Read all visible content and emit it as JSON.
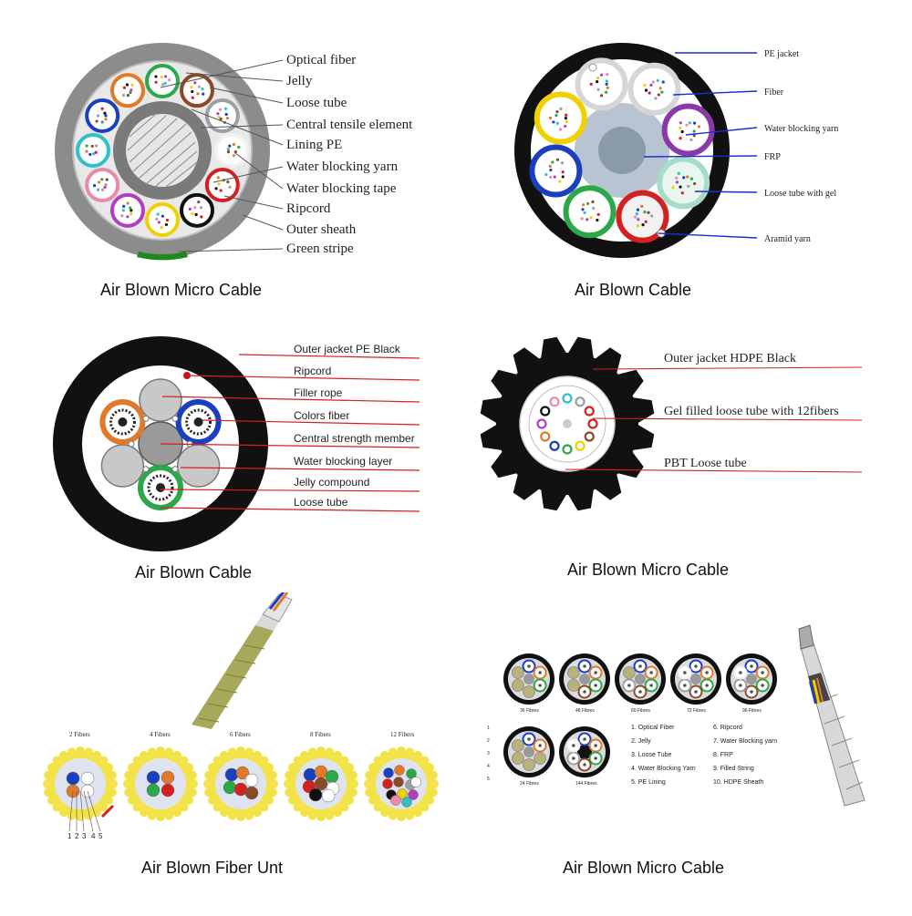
{
  "panels": [
    {
      "caption": "Air Blown Micro Cable",
      "labels": [
        "Optical fiber",
        "Jelly",
        "Loose tube",
        "Central tensile element",
        "Lining PE",
        "Water blocking yarn",
        "Water blocking tape",
        "Ripcord",
        "Outer sheath",
        "Green stripe"
      ]
    },
    {
      "caption": "Air Blown Cable",
      "labels": [
        "PE jacket",
        "Fiber",
        "Water blocking yarn",
        "FRP",
        "Loose tube with gel",
        "Aramid yarn"
      ]
    },
    {
      "caption": "Air Blown Cable",
      "labels": [
        "Outer jacket PE Black",
        "Ripcord",
        "Filler rope",
        "Colors fiber",
        "Central strength member",
        "Water blocking layer",
        "Jelly compound",
        "Loose tube"
      ]
    },
    {
      "caption": "Air Blown Micro Cable",
      "labels": [
        "Outer jacket HDPE Black",
        "Gel filled loose tube with 12fibers",
        "PBT Loose tube"
      ]
    },
    {
      "caption": "Air Blown Fiber Unt",
      "units": [
        "2 Fibers",
        "4 Fibers",
        "6 Fibers",
        "8 Fibers",
        "12 Fibers"
      ],
      "numbers": [
        "1",
        "2",
        "3",
        "4",
        "5"
      ]
    },
    {
      "caption": "Air Blown Micro Cable",
      "row_labels": [
        "36 Fibres",
        "48 Fibres",
        "60 Fibres",
        "72 Fibres",
        "96 Fibres",
        "144 Fibres",
        "24 Fibres"
      ],
      "legend": [
        "1. Optical Fiber",
        "2. Jelly",
        "3. Loose Tube",
        "4. Water Blocking Yarn",
        "5. PE Lining",
        "6. Ripcord",
        "7. Water Blocking yarn",
        "8. FRP",
        "9. Filled String",
        "10. HDPE Sheath"
      ]
    }
  ],
  "colors": {
    "tube": [
      "#1a3fbf",
      "#e07a2a",
      "#2aa84a",
      "#8a4a2a",
      "#9aa0a6",
      "#f2f2f2",
      "#d32020",
      "#111111",
      "#f0d000",
      "#b040c0",
      "#e88aa8",
      "#2fc0c8"
    ],
    "leader_blue": "#1a2fd0",
    "leader_red": "#d42020",
    "jacket_grey": "#8c8c8c",
    "jacket_black": "#111111",
    "unit_yellow": "#f3e34a",
    "cable_olive": "#a8a85a"
  }
}
